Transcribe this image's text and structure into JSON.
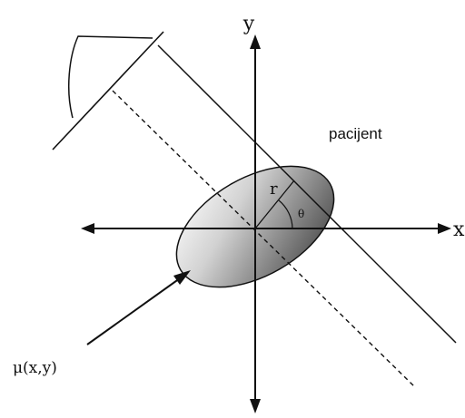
{
  "labels": {
    "y_axis": "y",
    "x_axis": "x",
    "patient": "pacijent",
    "radius": "r",
    "angle": "θ",
    "attenuation": "μ(x,y)"
  }
}
